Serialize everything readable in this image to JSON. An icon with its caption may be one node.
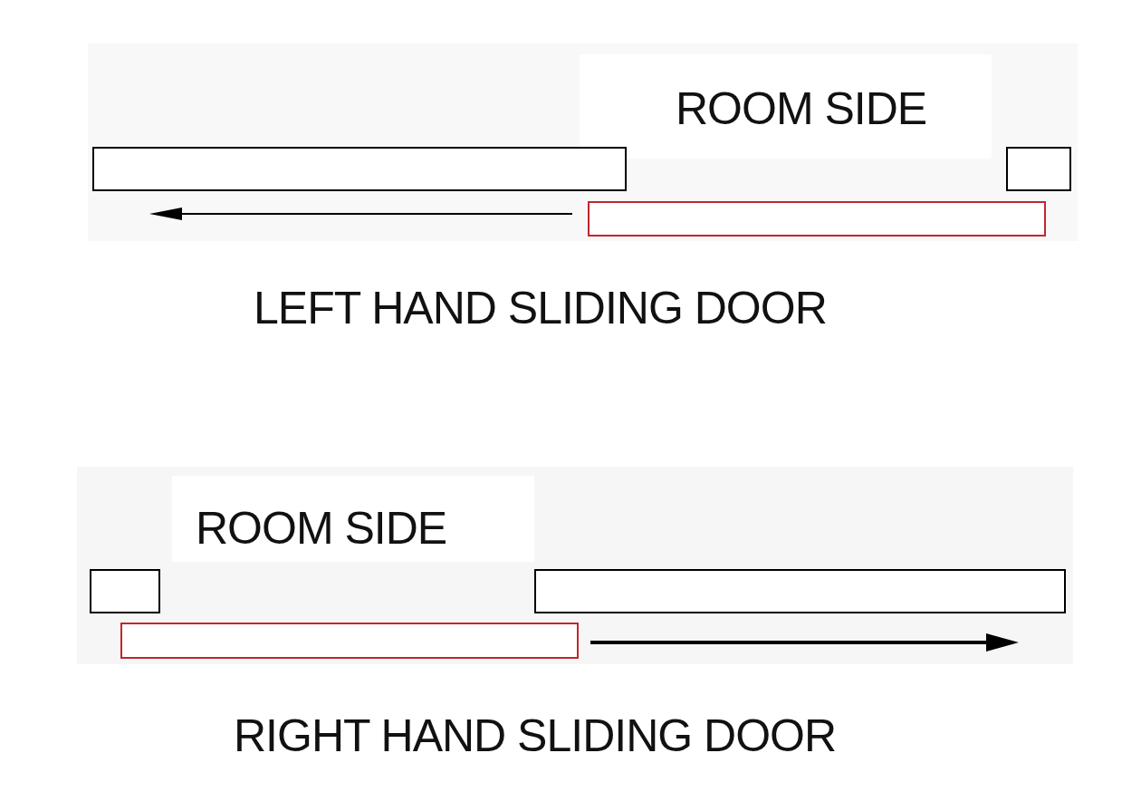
{
  "diagram": {
    "labels": [
      "ROOM SIDE",
      "LEFT HAND SLIDING DOOR",
      "ROOM SIDE",
      "RIGHT HAND SLIDING DOOR"
    ]
  }
}
